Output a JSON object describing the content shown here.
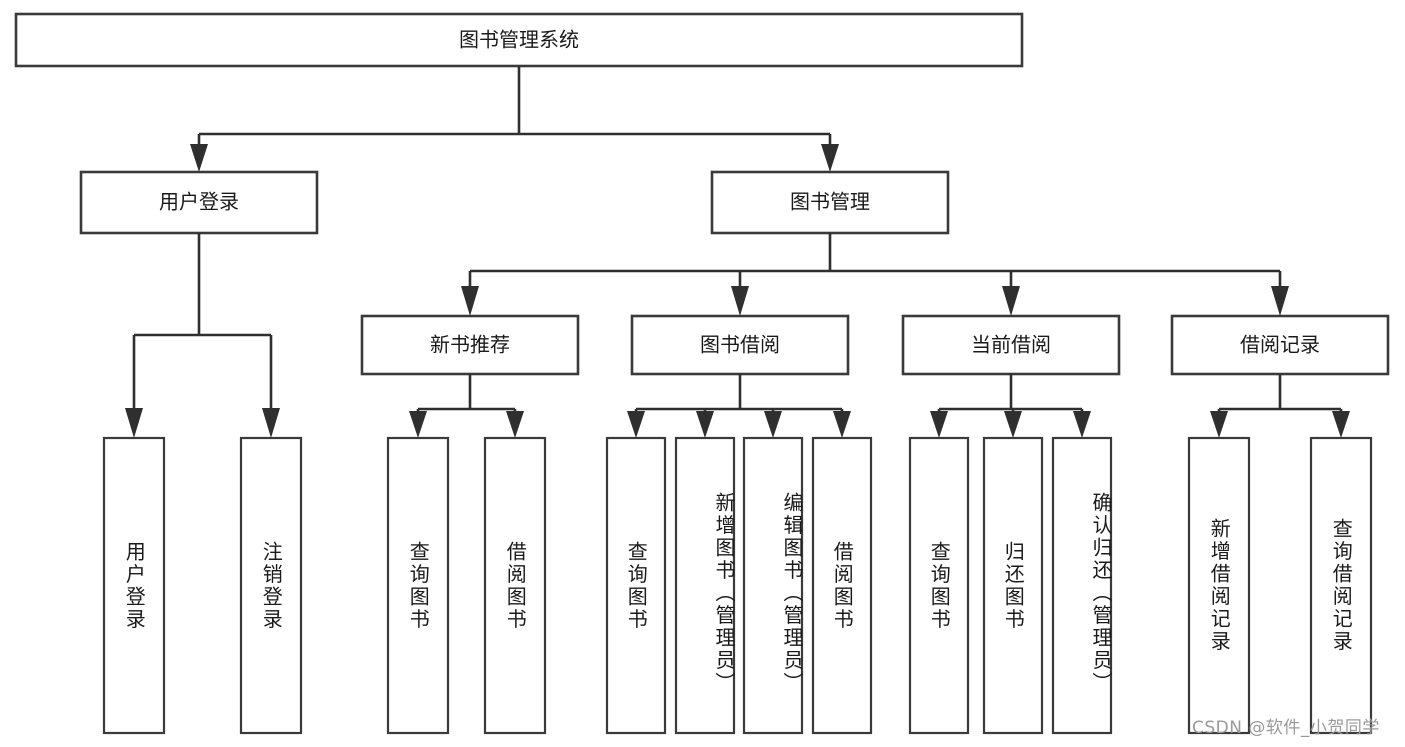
{
  "diagram": {
    "type": "tree",
    "title": "图书管理系统",
    "root": {
      "label": "图书管理系统"
    },
    "level1": [
      {
        "label": "用户登录"
      },
      {
        "label": "图书管理"
      }
    ],
    "level2": [
      {
        "label": "新书推荐"
      },
      {
        "label": "图书借阅"
      },
      {
        "label": "当前借阅"
      },
      {
        "label": "借阅记录"
      }
    ],
    "leaves": {
      "user_login": [
        {
          "label": "用户登录"
        },
        {
          "label": "注销登录"
        }
      ],
      "new_book_recommend": [
        {
          "label": "查询图书"
        },
        {
          "label": "借阅图书"
        }
      ],
      "book_borrow": [
        {
          "label": "查询图书"
        },
        {
          "label": "新增图书（管理员）"
        },
        {
          "label": "编辑图书（管理员）"
        },
        {
          "label": "借阅图书"
        }
      ],
      "current_borrow": [
        {
          "label": "查询图书"
        },
        {
          "label": "归还图书"
        },
        {
          "label": "确认归还（管理员）"
        }
      ],
      "borrow_record": [
        {
          "label": "新增借阅记录"
        },
        {
          "label": "查询借阅记录"
        }
      ]
    },
    "watermark": "CSDN @软件_小贺同学",
    "colors": {
      "box_stroke": "#3a3a3a",
      "connector": "#2f2f2f",
      "text": "#1a1a1a",
      "background": "#ffffff",
      "watermark_text": "#9a9a9a"
    }
  }
}
